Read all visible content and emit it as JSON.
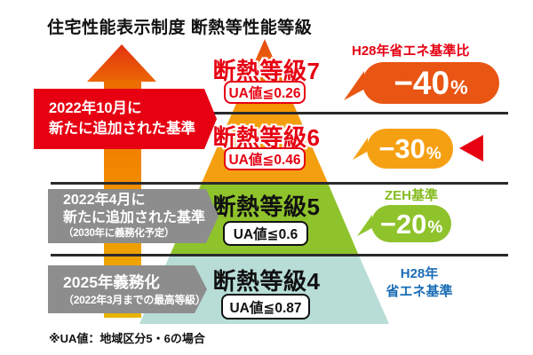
{
  "title": "住宅性能表示制度 断熱等性能等級",
  "callouts": [
    {
      "lines": [
        "2022年10月に",
        "新たに追加された基準"
      ]
    },
    {
      "lines": [
        "2022年4月に",
        "新たに追加された基準",
        "（2030年に義務化予定）"
      ]
    },
    {
      "lines": [
        "2025年義務化",
        "（2022年3月までの最高等級）"
      ]
    }
  ],
  "pyramid": {
    "levels": [
      {
        "grade": "断熱等級7",
        "ua": "UA値≦0.26",
        "band_color": "#e95513"
      },
      {
        "grade": "断熱等級6",
        "ua": "UA値≦0.46",
        "band_color": "#f49f10"
      },
      {
        "grade": "断熱等級5",
        "ua": "UA値≦0.6",
        "band_color": "#8fc32c"
      },
      {
        "grade": "断熱等級4",
        "ua": "UA値≦0.87",
        "band_color": "#b7ddd6"
      }
    ]
  },
  "right": {
    "heading": "H28年省エネ基準比",
    "badges": [
      {
        "value": "−40",
        "unit": "%",
        "color": "#e95513"
      },
      {
        "value": "−30",
        "unit": "%",
        "color": "#f5a013"
      },
      {
        "value": "−20",
        "unit": "%",
        "color": "#8fc32c"
      }
    ],
    "zeh_label": "ZEH基準",
    "h28_lines": [
      "H28年",
      "省エネ基準"
    ]
  },
  "note": "※UA値：地域区分5・6の場合",
  "colors": {
    "accent_red": "#e60012",
    "orange": "#f49f10",
    "green": "#8fc32c",
    "teal": "#b7ddd6",
    "gray": "#8d8d8d",
    "blue": "#1b6db5"
  }
}
